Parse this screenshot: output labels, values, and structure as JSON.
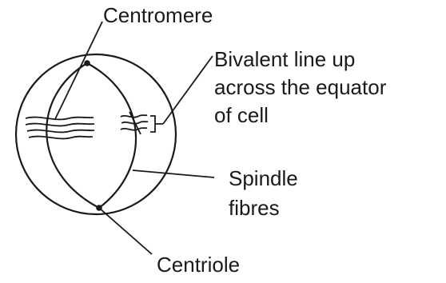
{
  "labels": {
    "centromere": "Centromere",
    "bivalent_line1": "Bivalent line up",
    "bivalent_line2": "across the equator",
    "bivalent_line3": "of cell",
    "spindle_line1": "Spindle",
    "spindle_line2": "fibres",
    "centriole": "Centriole"
  }
}
